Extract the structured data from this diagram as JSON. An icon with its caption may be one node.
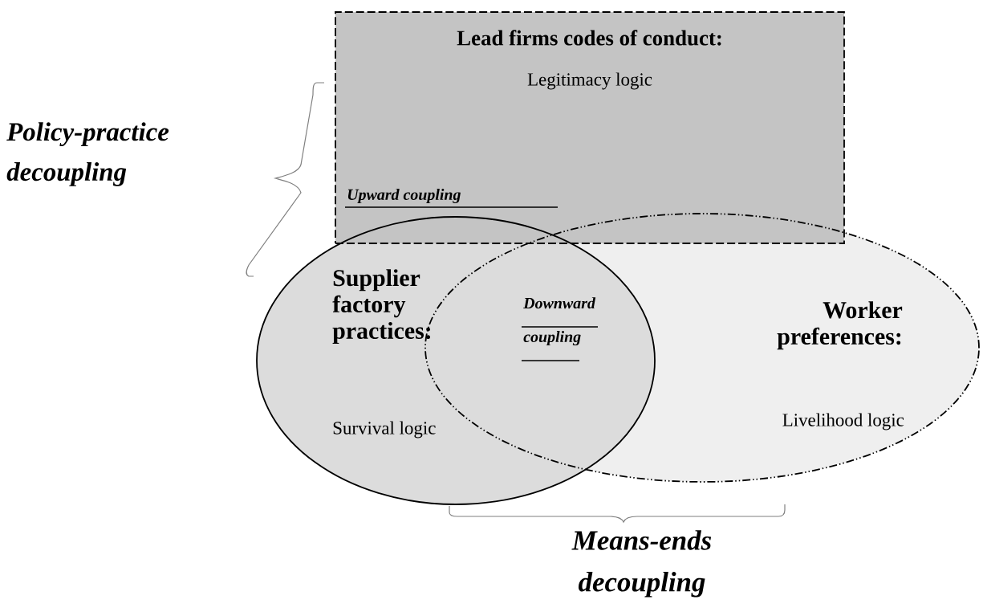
{
  "diagram": {
    "nodes": [
      {
        "text": [
          "Lead firms codes of conduct:",
          "Legitimacy logic"
        ]
      },
      {
        "text": [
          "Supplier factory practices:",
          "Survival logic"
        ]
      },
      {
        "text": [
          "Worker preferences:",
          "Livelihood logic"
        ]
      }
    ],
    "labels": [
      "Policy-practice decoupling",
      "Upward coupling",
      "Downward coupling",
      "Means-ends decoupling"
    ]
  }
}
